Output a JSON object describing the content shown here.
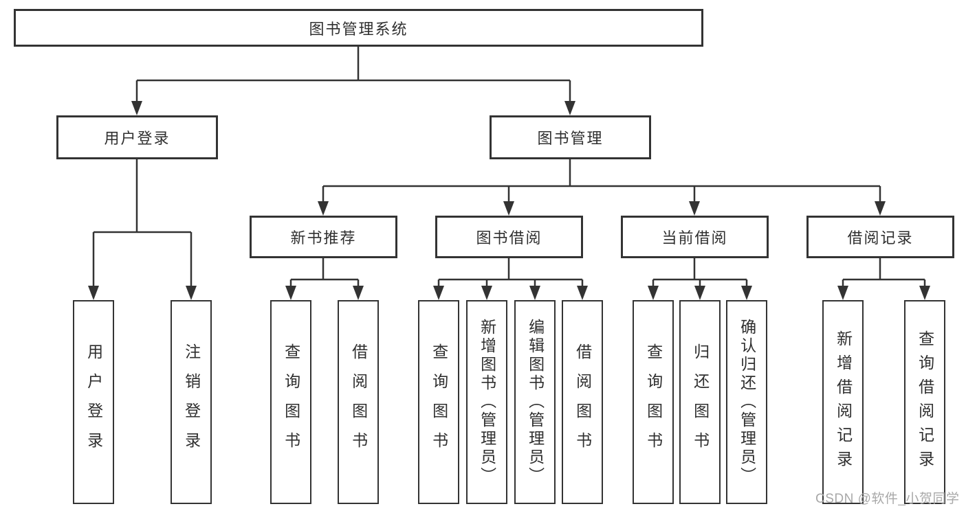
{
  "colors": {
    "line": "#333333",
    "text": "#2f2f2f",
    "box_background": "#ffffff",
    "watermark": "#a8a8a8",
    "background": "#ffffff"
  },
  "diagram": {
    "type": "hierarchy-tree",
    "root": {
      "label": "图书管理系统"
    },
    "branches": [
      {
        "label": "用户登录",
        "leaves": [
          "用户登录",
          "注销登录"
        ]
      },
      {
        "label": "图书管理",
        "groups": [
          {
            "label": "新书推荐",
            "leaves": [
              "查询图书",
              "借阅图书"
            ]
          },
          {
            "label": "图书借阅",
            "leaves": [
              "查询图书",
              "新增图书（管理员）",
              "编辑图书（管理员）",
              "借阅图书"
            ]
          },
          {
            "label": "当前借阅",
            "leaves": [
              "查询图书",
              "归还图书",
              "确认归还（管理员）"
            ]
          },
          {
            "label": "借阅记录",
            "leaves": [
              "新增借阅记录",
              "查询借阅记录"
            ]
          }
        ]
      }
    ]
  },
  "watermark": {
    "text": "CSDN @软件_小贺同学"
  }
}
